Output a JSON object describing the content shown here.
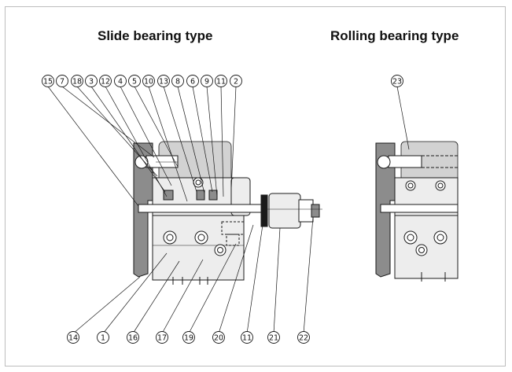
{
  "headings": {
    "slide": "Slide bearing type",
    "rolling": "Rolling bearing type"
  },
  "part_numbers": {
    "top": [
      "15",
      "7",
      "18",
      "3",
      "12",
      "4",
      "5",
      "10",
      "13",
      "8",
      "6",
      "9",
      "11",
      "2"
    ],
    "bottom": [
      "14",
      "1",
      "16",
      "17",
      "19",
      "20",
      "11",
      "21",
      "22"
    ],
    "rolling": [
      "23"
    ]
  },
  "colors": {
    "line": "#1a1a1a",
    "body": "#ededed",
    "shade": "#8c8c8c",
    "light_shade": "#d2d2d2"
  }
}
